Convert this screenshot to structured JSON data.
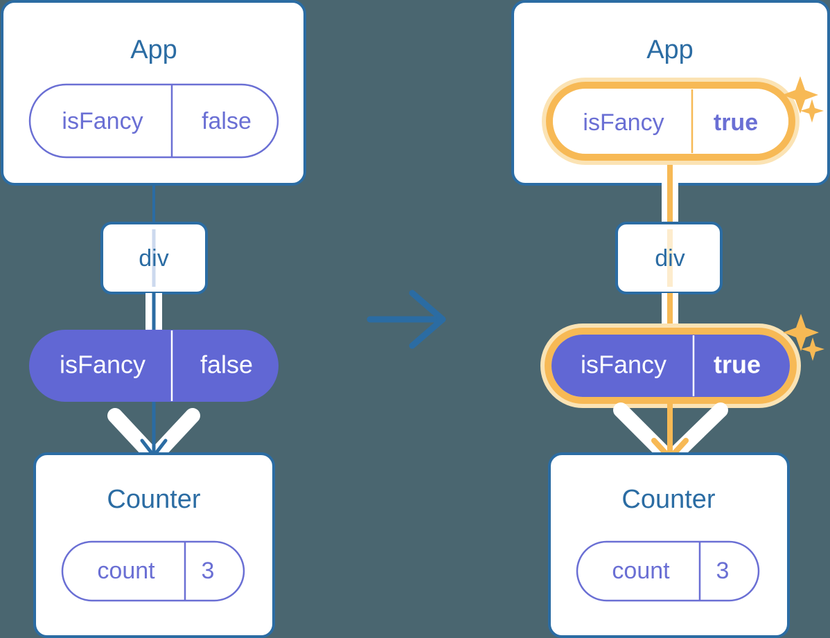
{
  "theme": {
    "background": "#4a6670",
    "card_border": "#2b6ca3",
    "card_fill": "#ffffff",
    "title_text": "#2b6ca3",
    "pill_outline": "#6a6fd4",
    "pill_solid_fill": "#6167d4",
    "pill_solid_text": "#ffffff",
    "highlight_orange": "#f7b955",
    "highlight_orange_pale": "#fbe3b4",
    "arrow_white": "#ffffff"
  },
  "diagram": {
    "type": "react-state-propagation",
    "transition_icon": "right-arrow-icon",
    "panels": [
      {
        "id": "before",
        "app": {
          "title": "App",
          "state_pill": {
            "key": "isFancy",
            "value": "false",
            "style": "outline",
            "highlighted": false,
            "value_bold": false
          }
        },
        "div": {
          "label": "div"
        },
        "prop_pill": {
          "key": "isFancy",
          "value": "false",
          "style": "solid",
          "highlighted": false,
          "value_bold": false
        },
        "counter": {
          "title": "Counter",
          "state_pill": {
            "key": "count",
            "value": "3",
            "style": "outline",
            "highlighted": false,
            "value_bold": false
          }
        }
      },
      {
        "id": "after",
        "app": {
          "title": "App",
          "state_pill": {
            "key": "isFancy",
            "value": "true",
            "style": "outline",
            "highlighted": true,
            "value_bold": true
          }
        },
        "div": {
          "label": "div"
        },
        "prop_pill": {
          "key": "isFancy",
          "value": "true",
          "style": "solid",
          "highlighted": true,
          "value_bold": true
        },
        "counter": {
          "title": "Counter",
          "state_pill": {
            "key": "count",
            "value": "3",
            "style": "outline",
            "highlighted": false,
            "value_bold": false
          }
        }
      }
    ],
    "sparkles": {
      "icon": "sparkle-icon",
      "count_per_highlight": 2
    }
  }
}
